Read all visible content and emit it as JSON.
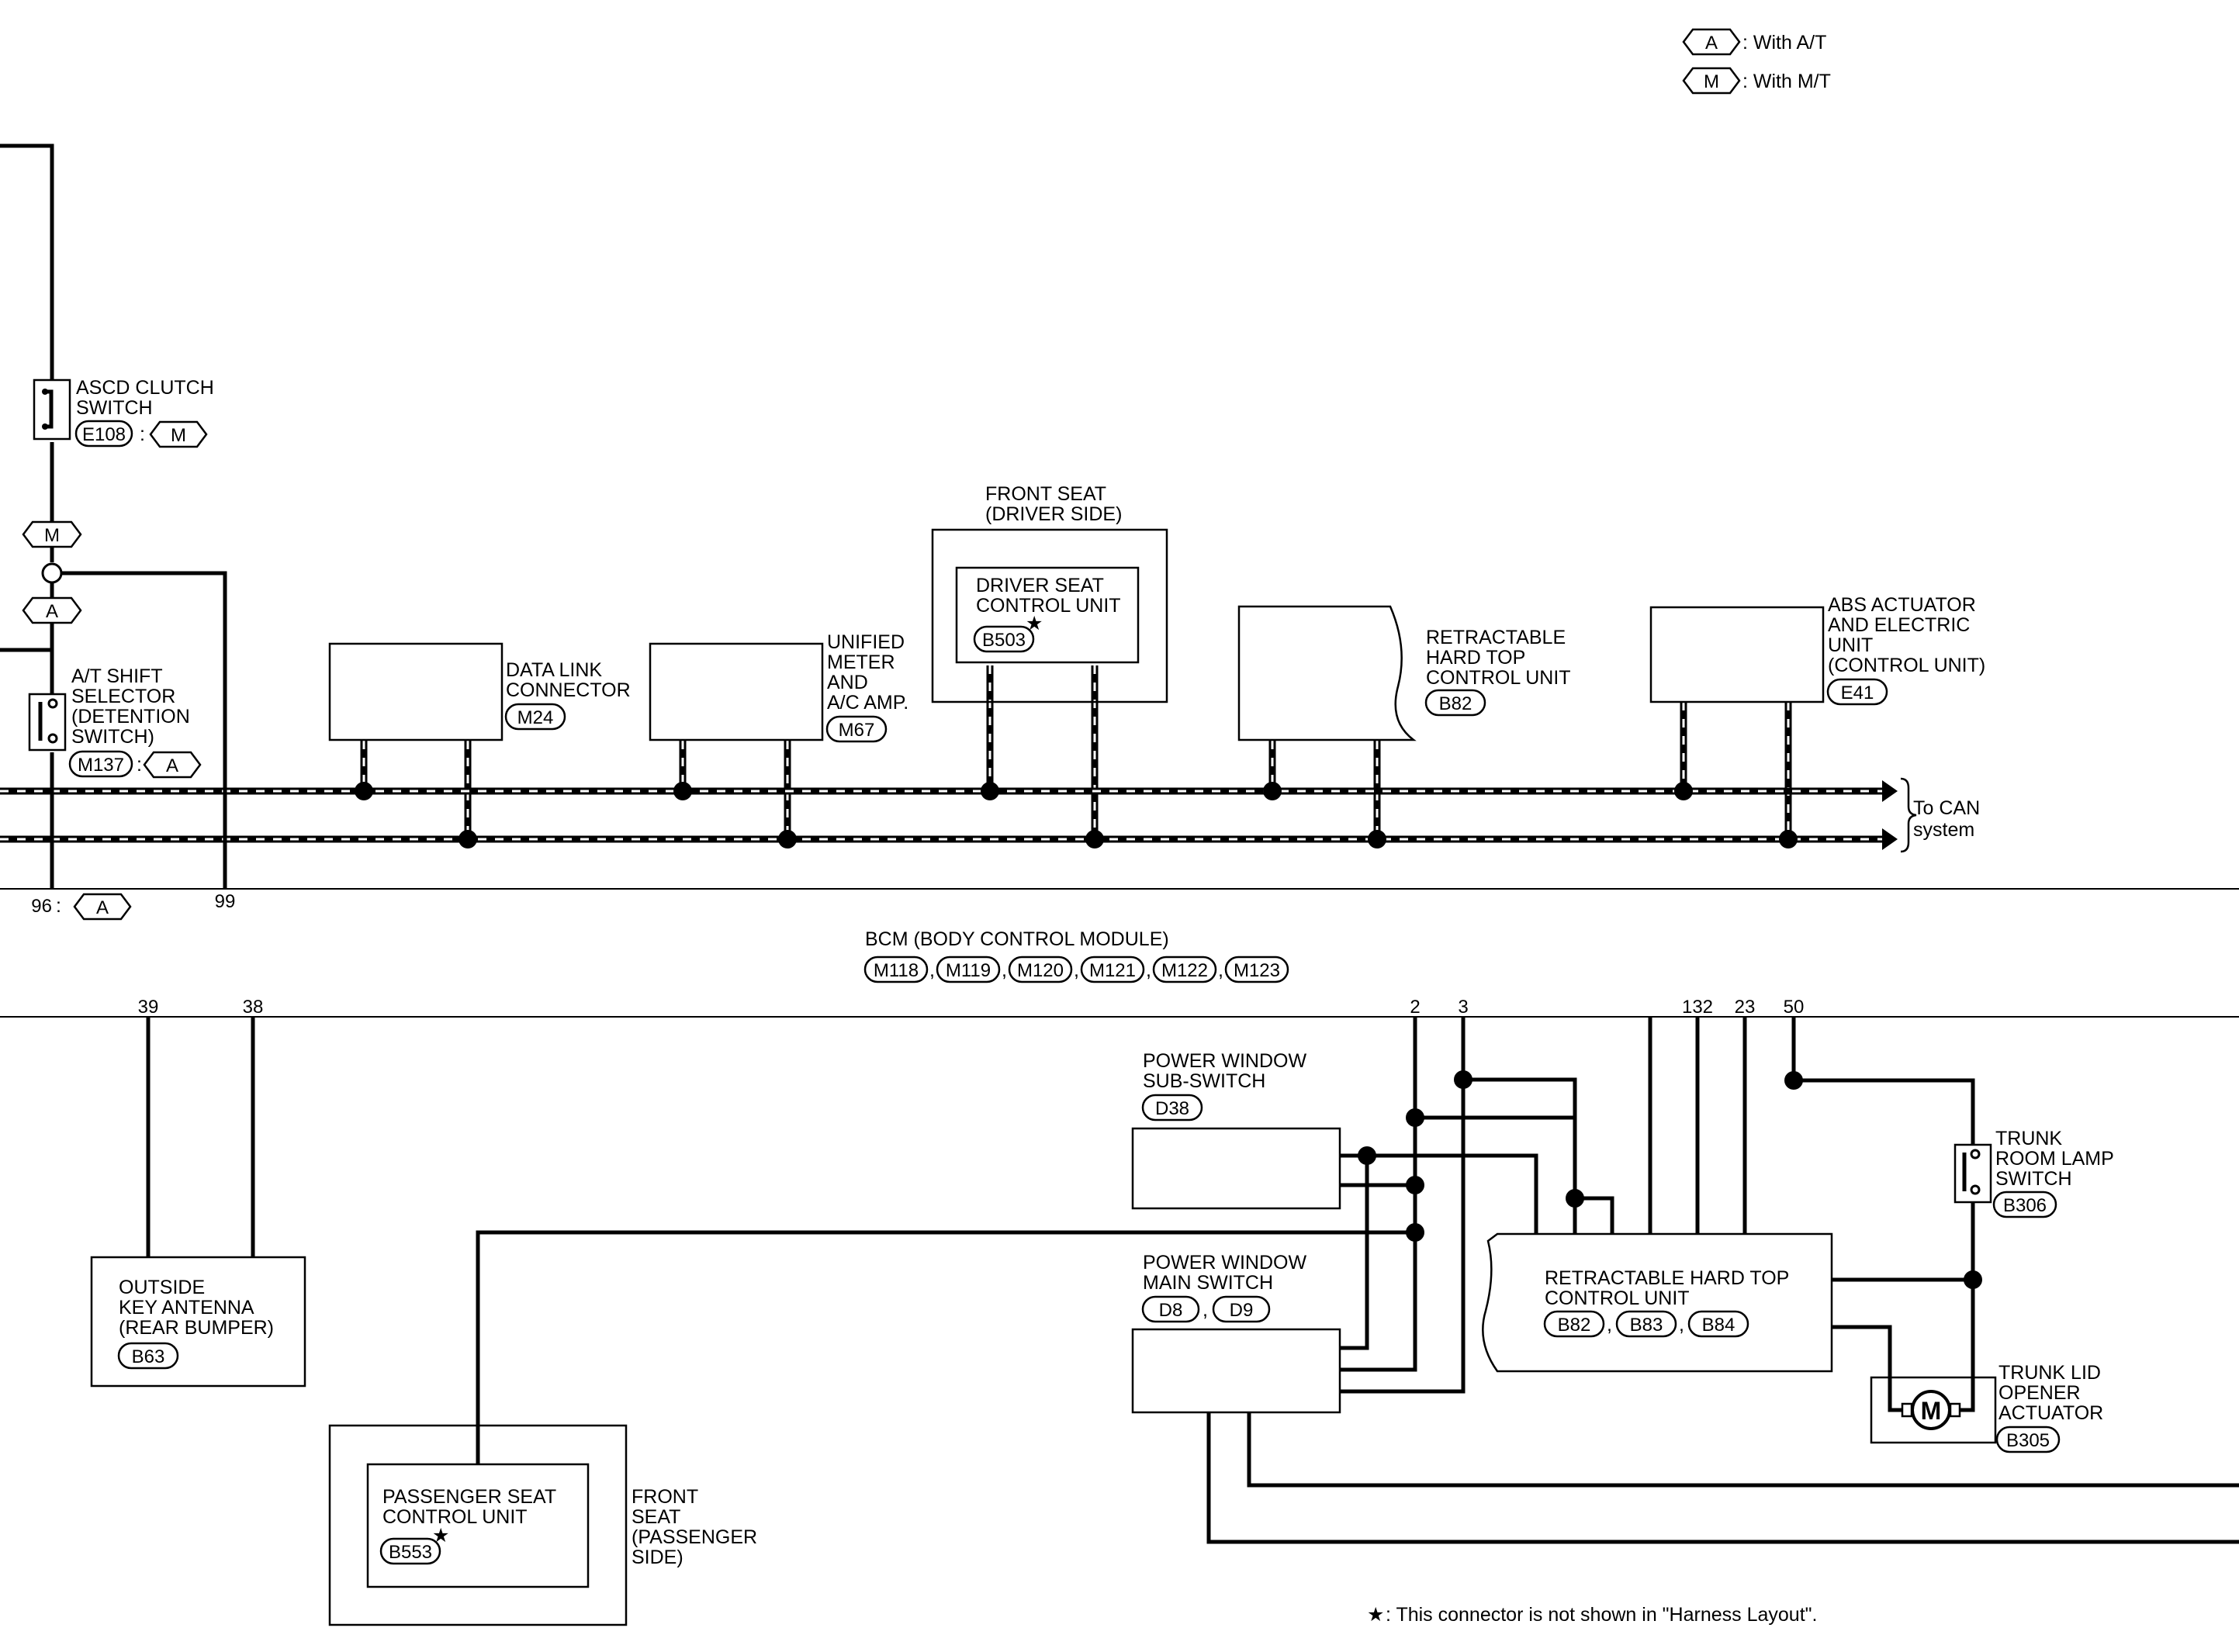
{
  "legend": {
    "at_code": "A",
    "at_text": ": With A/T",
    "mt_code": "M",
    "mt_text": ": With M/T"
  },
  "components": {
    "ascd": {
      "l1": "ASCD CLUTCH",
      "l2": "SWITCH",
      "conn": "E108",
      "sep": ":",
      "variant": "M"
    },
    "junction_m": "M",
    "junction_a": "A",
    "at_selector": {
      "l1": "A/T SHIFT",
      "l2": "SELECTOR",
      "l3": "(DETENTION",
      "l4": "SWITCH)",
      "conn": "M137",
      "sep": ":",
      "variant": "A"
    },
    "data_link": {
      "l1": "DATA LINK",
      "l2": "CONNECTOR",
      "conn": "M24"
    },
    "unified_meter": {
      "l1": "UNIFIED",
      "l2": "METER",
      "l3": "AND",
      "l4": "A/C AMP.",
      "conn": "M67"
    },
    "front_seat_driver": {
      "l1": "FRONT SEAT",
      "l2": "(DRIVER SIDE)"
    },
    "driver_seat_cu": {
      "l1": "DRIVER SEAT",
      "l2": "CONTROL UNIT",
      "conn": "B503",
      "star": "★"
    },
    "rht_cu_top": {
      "l1": "RETRACTABLE",
      "l2": "HARD TOP",
      "l3": "CONTROL UNIT",
      "conn": "B82"
    },
    "abs": {
      "l1": "ABS ACTUATOR",
      "l2": "AND ELECTRIC",
      "l3": "UNIT",
      "l4": "(CONTROL UNIT)",
      "conn": "E41"
    },
    "can": {
      "l1": "To CAN",
      "l2": "system"
    },
    "bcm": {
      "title": "BCM (BODY CONTROL MODULE)",
      "conns": [
        "M118",
        "M119",
        "M120",
        "M121",
        "M122",
        "M123"
      ],
      "sep": ","
    },
    "pins": {
      "p96": "96",
      "p96_sep": ":",
      "p96_variant": "A",
      "p99": "99",
      "p39": "39",
      "p38": "38",
      "p2": "2",
      "p3": "3",
      "p132": "132",
      "p23": "23",
      "p50": "50"
    },
    "antenna": {
      "l1": "OUTSIDE",
      "l2": "KEY ANTENNA",
      "l3": "(REAR BUMPER)",
      "conn": "B63"
    },
    "pw_sub": {
      "l1": "POWER WINDOW",
      "l2": "SUB-SWITCH",
      "conn": "D38"
    },
    "pw_main": {
      "l1": "POWER WINDOW",
      "l2": "MAIN SWITCH",
      "conn1": "D8",
      "sep": ",",
      "conn2": "D9"
    },
    "rht_cu_bottom": {
      "l1": "RETRACTABLE HARD TOP",
      "l2": "CONTROL UNIT",
      "conn1": "B82",
      "conn2": "B83",
      "conn3": "B84",
      "sep": ","
    },
    "trunk_lamp": {
      "l1": "TRUNK",
      "l2": "ROOM LAMP",
      "l3": "SWITCH",
      "conn": "B306"
    },
    "trunk_lid": {
      "l1": "TRUNK LID",
      "l2": "OPENER",
      "l3": "ACTUATOR",
      "conn": "B305",
      "motor": "M"
    },
    "passenger_seat_cu": {
      "l1": "PASSENGER SEAT",
      "l2": "CONTROL UNIT",
      "conn": "B553",
      "star": "★"
    },
    "front_seat_passenger": {
      "l1": "FRONT",
      "l2": "SEAT",
      "l3": "(PASSENGER",
      "l4": "SIDE)"
    }
  },
  "footnote": {
    "star": "★",
    "text": ": This connector is not shown in \"Harness Layout\"."
  }
}
